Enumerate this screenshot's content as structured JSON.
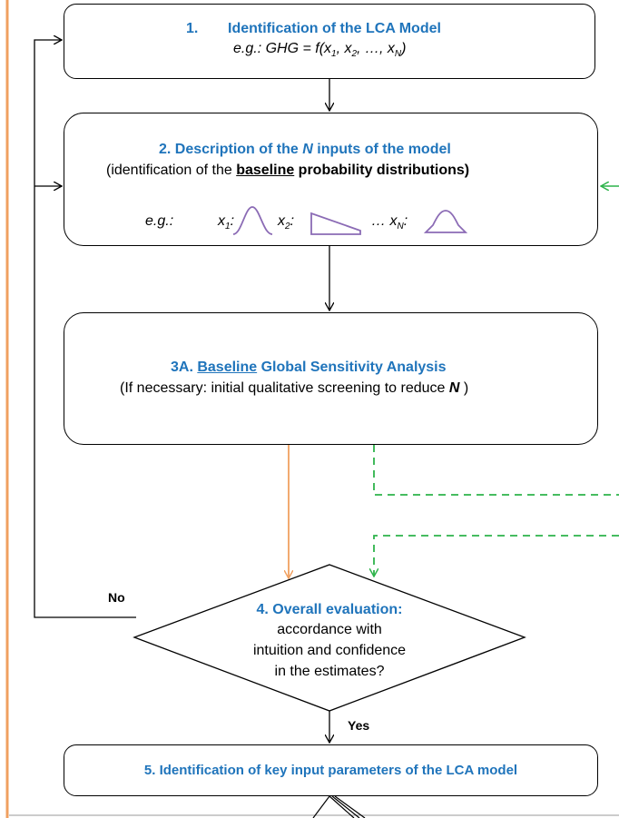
{
  "step1": {
    "number": "1.",
    "title": "Identification of the LCA Model",
    "example_prefix": "e.g.: GHG = f(x",
    "example_mid1": ", x",
    "example_mid2": ", …, x",
    "sub1": "1",
    "sub2": "2",
    "subN": "N",
    "close": ")"
  },
  "step2": {
    "title_pre": "2. Description of the ",
    "title_n": "N",
    "title_post": " inputs of the model",
    "desc_pre": "(identification of the ",
    "desc_under": "baseline",
    "desc_post": " probability distributions)",
    "eg": "e.g.:",
    "x": "x",
    "sub1": "1",
    "sub2": "2",
    "subN": "N",
    "ellipsis": "…",
    "colon": ":"
  },
  "step3": {
    "title_pre": "3A. ",
    "title_under": "Baseline",
    "title_post": " Global Sensitivity Analysis",
    "desc_pre": "(If necessary: initial qualitative screening to reduce ",
    "desc_n": "N",
    "desc_post": " )"
  },
  "step4": {
    "title": "4. Overall evaluation:",
    "line1": "accordance with",
    "line2": "intuition and confidence",
    "line3": "in the estimates?"
  },
  "labels": {
    "no": "No",
    "yes": "Yes"
  },
  "step5": {
    "title": "5. Identification of key input parameters of the LCA model"
  },
  "colors": {
    "title_blue": "#1f74bb",
    "orange": "#f0a060",
    "green": "#2db34a",
    "shape_purple": "#8b6bb5"
  }
}
